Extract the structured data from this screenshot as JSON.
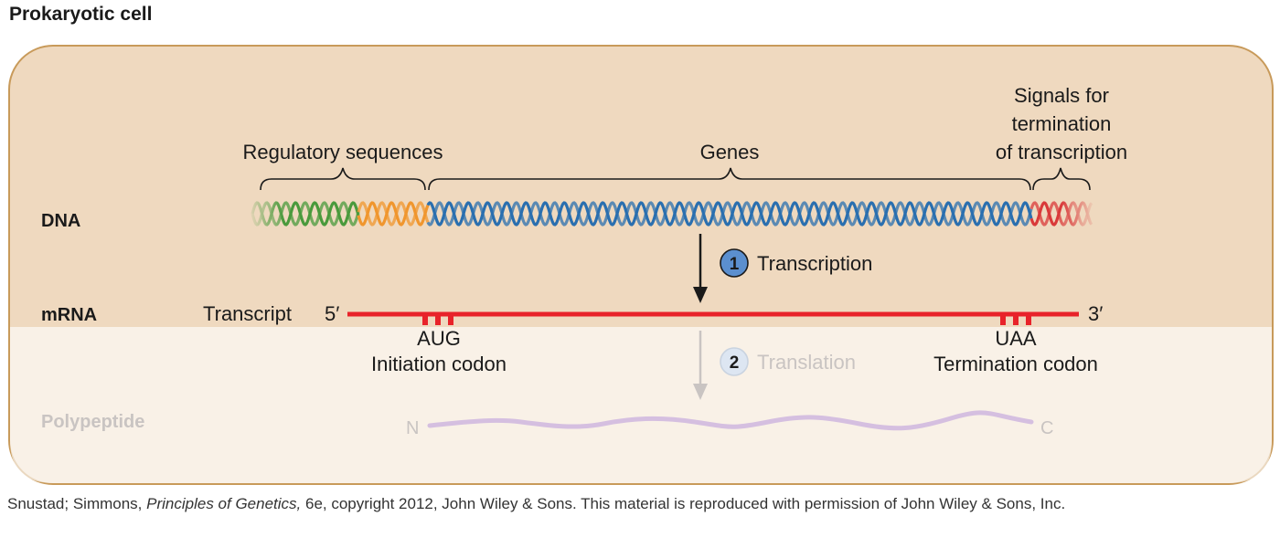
{
  "title": "Prokaryotic cell",
  "rows": {
    "dna": "DNA",
    "mrna": "mRNA",
    "polypeptide": "Polypeptide"
  },
  "dna_regions": {
    "regulatory": "Regulatory sequences",
    "genes": "Genes",
    "termination_signals": [
      "Signals for",
      "termination",
      "of transcription"
    ]
  },
  "steps": [
    {
      "number": "1",
      "label": "Transcription",
      "faded": false
    },
    {
      "number": "2",
      "label": "Translation",
      "faded": true
    }
  ],
  "mrna": {
    "transcript_label": "Transcript",
    "five_prime": "5′",
    "three_prime": "3′",
    "start_codon": "AUG",
    "start_label": "Initiation codon",
    "stop_codon": "UAA",
    "stop_label": "Termination codon"
  },
  "polypeptide": {
    "n_term": "N",
    "c_term": "C"
  },
  "credit": {
    "authors": "Snustad; Simmons, ",
    "book": "Principles of Genetics,",
    "rest": " 6e, copyright 2012, John Wiley & Sons. This material is reproduced with permission of John Wiley & Sons, Inc."
  },
  "colors": {
    "cell_fill": "#efd9bf",
    "cell_border": "#c89a5a",
    "regulatory_strand_1": "#4a9a3c",
    "regulatory_strand_2": "#f0962e",
    "gene_strand": "#2a6faf",
    "termination_strand": "#d93a3a",
    "mrna": "#e8232a",
    "polypeptide": "#d5bfe0",
    "step_circle": "#5b8fcf"
  }
}
